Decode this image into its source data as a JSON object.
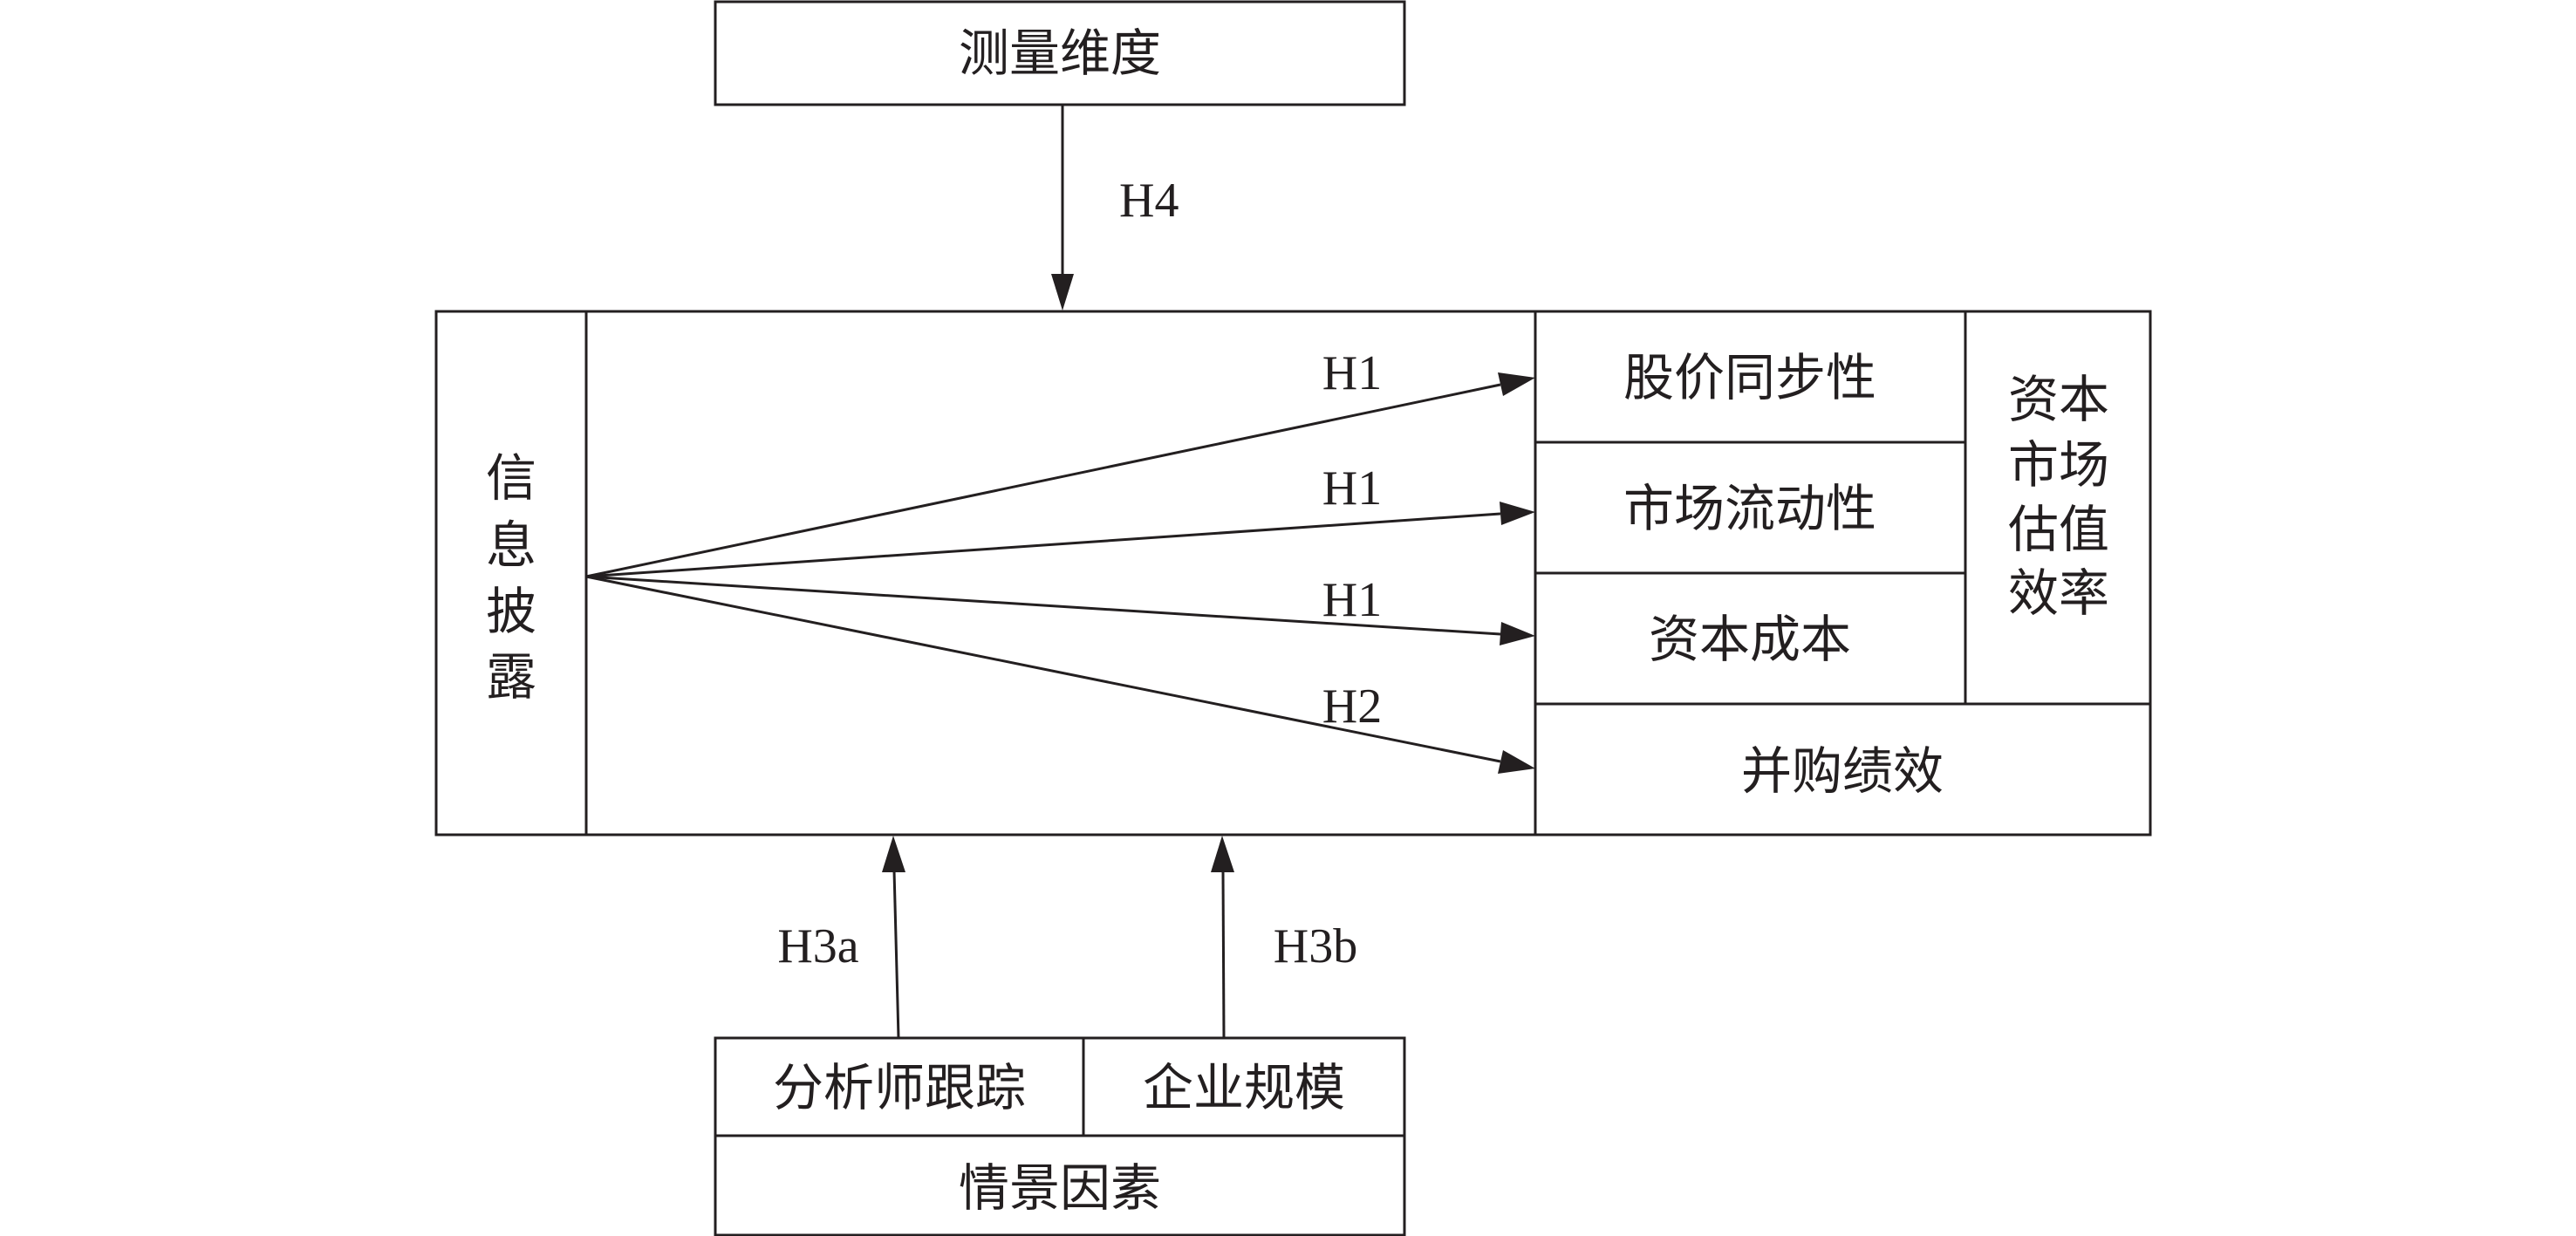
{
  "diagram": {
    "measurement_dimension": "测量维度",
    "info_disclosure": [
      "信",
      "息",
      "披",
      "露"
    ],
    "outcomes": {
      "stock_price_synchronicity": "股价同步性",
      "market_liquidity": "市场流动性",
      "cost_of_capital": "资本成本",
      "ma_performance": "并购绩效"
    },
    "capital_market_valuation_efficiency": [
      "资本",
      "市场",
      "估值",
      "效率"
    ],
    "context_factors": {
      "analyst_following": "分析师跟踪",
      "firm_size": "企业规模",
      "title": "情景因素"
    },
    "hypotheses": {
      "h4": "H4",
      "h1_a": "H1",
      "h1_b": "H1",
      "h1_c": "H1",
      "h2": "H2",
      "h3a": "H3a",
      "h3b": "H3b"
    },
    "colors": {
      "stroke": "#231f20",
      "background": "#ffffff"
    }
  }
}
